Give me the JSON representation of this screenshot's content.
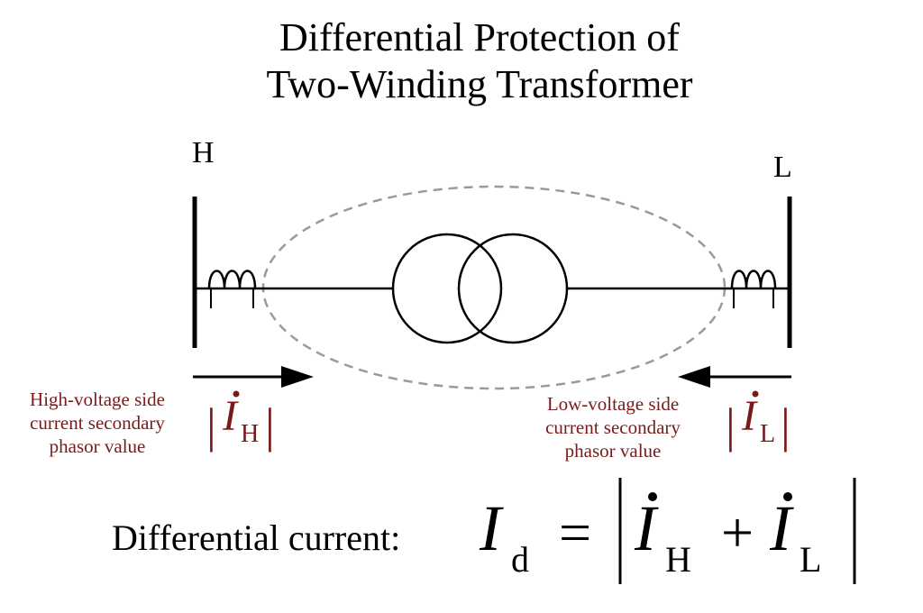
{
  "title": {
    "line1": "Differential Protection of",
    "line2": "Two-Winding Transformer"
  },
  "buses": {
    "high": "H",
    "low": "L"
  },
  "captions": {
    "high_side": [
      "High-voltage side",
      "current secondary",
      "phasor value"
    ],
    "low_side": [
      "Low-voltage side",
      "current secondary",
      "phasor value"
    ]
  },
  "symbols": {
    "current": "I",
    "high_sub": "H",
    "low_sub": "L",
    "diff_sub": "d",
    "bar": "|",
    "equals": "=",
    "plus": "+"
  },
  "formula": {
    "label": "Differential current:"
  },
  "colors": {
    "accent": "#7a1a1a",
    "line": "#000000",
    "zone": "#9a9a9a"
  }
}
